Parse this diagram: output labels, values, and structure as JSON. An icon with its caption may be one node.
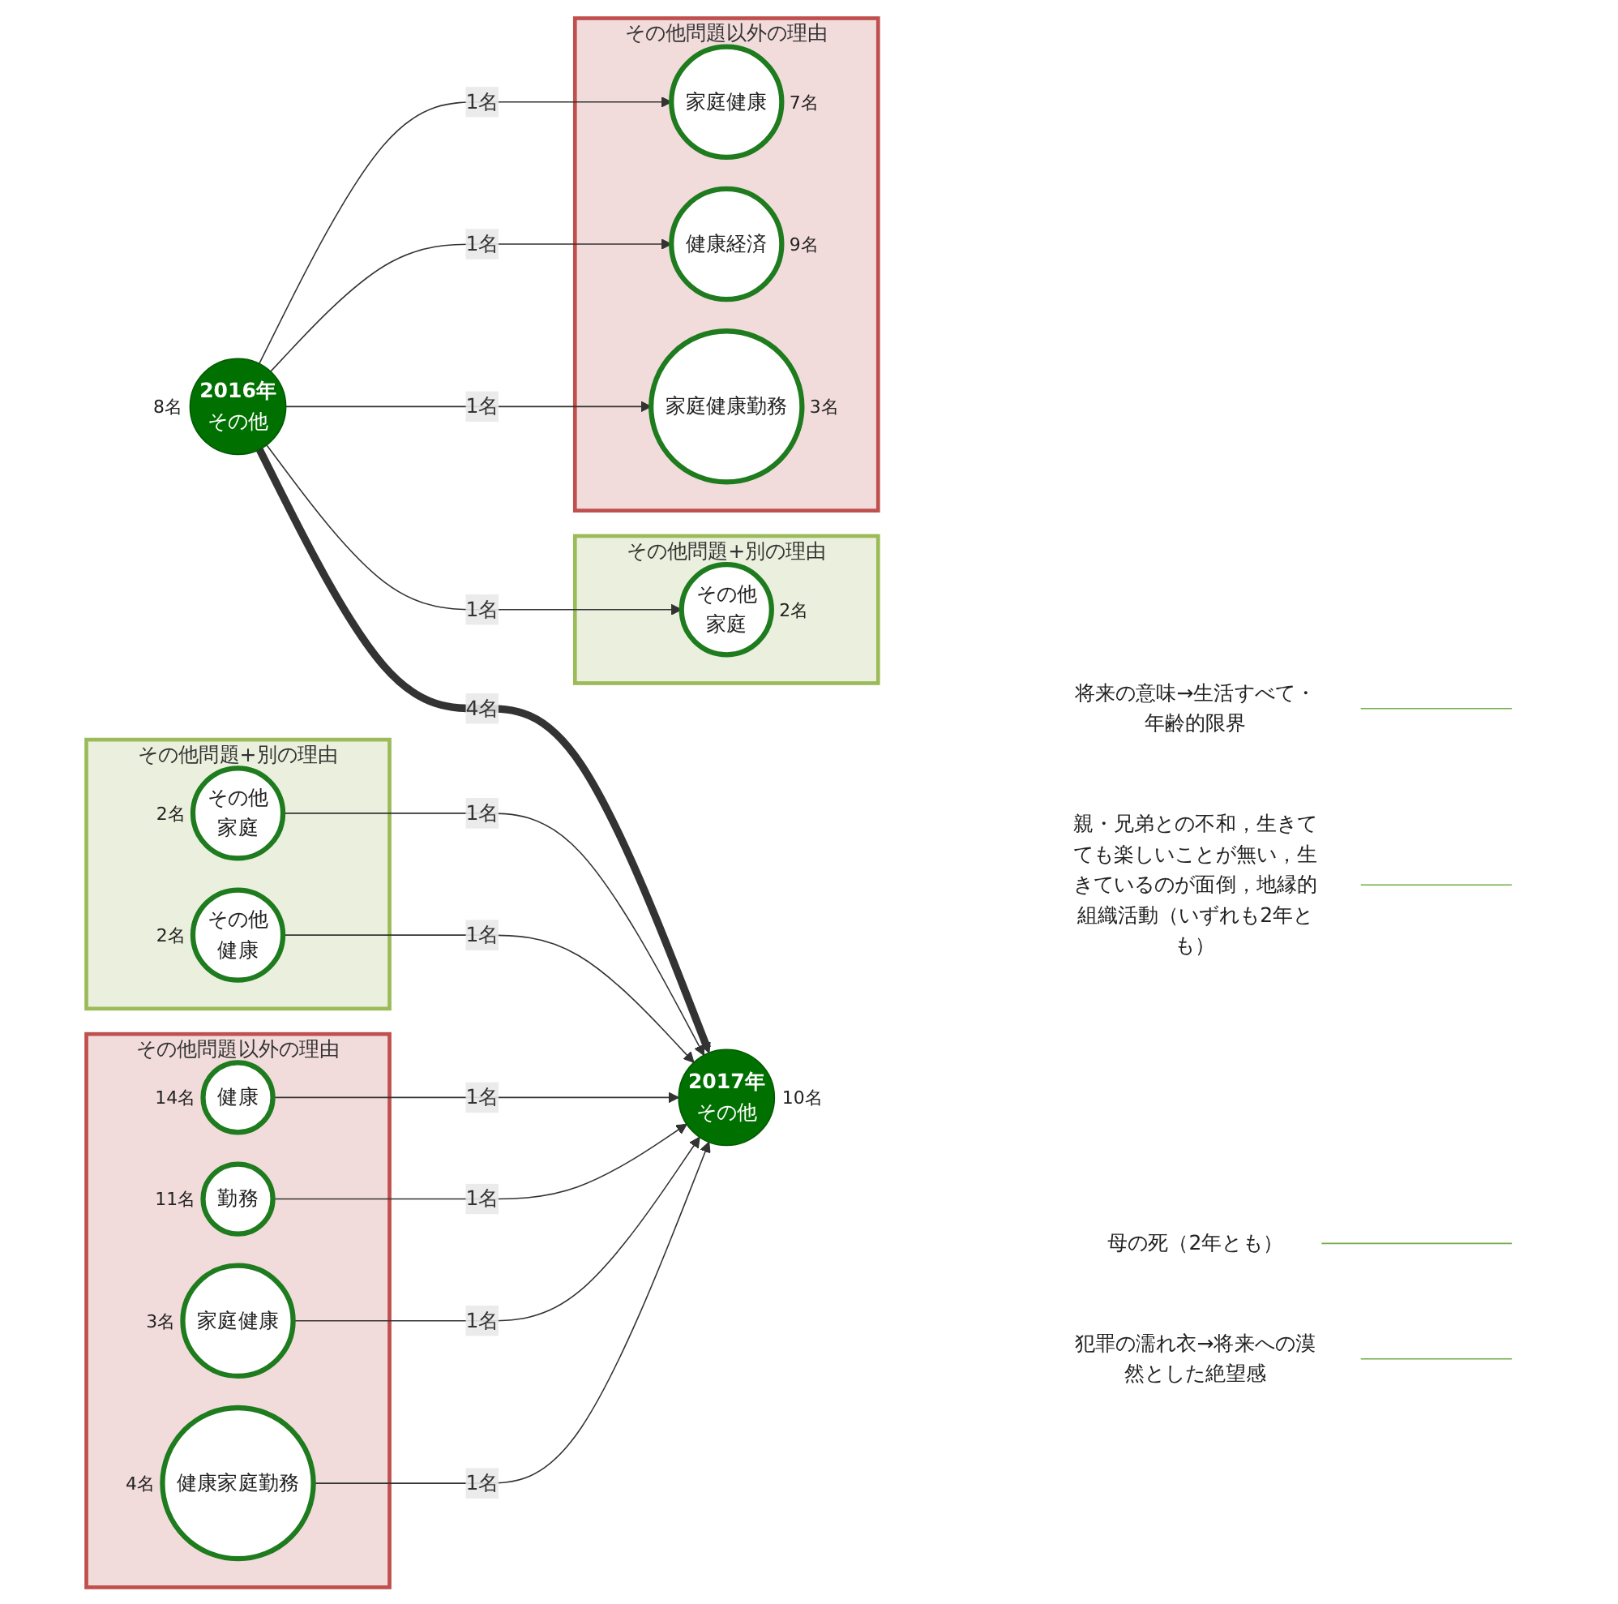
{
  "diagram": {
    "nodes": [
      {
        "text": [
          "2016年",
          "その他"
        ],
        "beside": [
          "8名"
        ]
      },
      {
        "text": [
          "2017年",
          "その他"
        ],
        "beside": [
          "10名"
        ]
      },
      {
        "text": [
          "その他問題+別の理由"
        ]
      },
      {
        "text": [
          "その他",
          "家庭"
        ],
        "beside": [
          "2名"
        ],
        "in": 2
      },
      {
        "text": [
          "その他",
          "健康"
        ],
        "beside": [
          "2名"
        ],
        "in": 2
      },
      {
        "text": [
          "その他問題以外の理由"
        ]
      },
      {
        "text": [
          "健康"
        ],
        "beside": [
          "14名"
        ],
        "in": 5
      },
      {
        "text": [
          "勤務"
        ],
        "beside": [
          "11名"
        ],
        "in": 5
      },
      {
        "text": [
          "家庭健康"
        ],
        "beside": [
          "3名"
        ],
        "in": 5
      },
      {
        "text": [
          "健康家庭勤務"
        ],
        "beside": [
          "4名"
        ],
        "in": 5
      },
      {
        "text": [
          "その他問題+別の理由"
        ]
      },
      {
        "text": [
          "その他",
          "家庭"
        ],
        "beside": [
          "2名"
        ],
        "in": 10
      },
      {
        "text": [
          "その他問題以外の理由"
        ]
      },
      {
        "text": [
          "家庭健康"
        ],
        "beside": [
          "7名"
        ],
        "in": 12
      },
      {
        "text": [
          "健康経済"
        ],
        "beside": [
          "9名"
        ],
        "in": 12
      },
      {
        "text": [
          "家庭健康勤務"
        ],
        "beside": [
          "3名"
        ],
        "in": 12
      },
      {
        "text": [
          "将来の意味→生活すべて・年齢的限界"
        ]
      },
      {
        "text": [
          "親・兄弟との不和，生きてても楽しいことが無い，生きているのが面倒，地縁的組織活動（いずれも2年とも）"
        ]
      },
      {
        "text": [
          "母の死（2年とも）"
        ]
      },
      {
        "text": [
          "犯罪の濡れ衣→将来への漠然とした絶望感"
        ]
      }
    ],
    "edges": [
      {
        "from": 0,
        "to": 1,
        "arrow": "to",
        "label": "4名",
        "style": "thick"
      },
      {
        "from": 3,
        "to": 1,
        "arrow": "to",
        "label": "1名"
      },
      {
        "from": 4,
        "to": 1,
        "arrow": "to",
        "label": "1名"
      },
      {
        "from": 6,
        "to": 1,
        "arrow": "to",
        "label": "1名"
      },
      {
        "from": 7,
        "to": 1,
        "arrow": "to",
        "label": "1名"
      },
      {
        "from": 8,
        "to": 1,
        "arrow": "to",
        "label": "1名"
      },
      {
        "from": 9,
        "to": 1,
        "arrow": "to",
        "label": "1名"
      },
      {
        "from": 0,
        "to": 11,
        "arrow": "to",
        "label": "1名"
      },
      {
        "from": 0,
        "to": 13,
        "arrow": "to",
        "label": "1名"
      },
      {
        "from": 0,
        "to": 14,
        "arrow": "to",
        "label": "1名"
      },
      {
        "from": 0,
        "to": 15,
        "arrow": "to",
        "label": "1名"
      },
      {
        "from": 16,
        "to": null,
        "arrow": "none",
        "color": "#70ad47"
      },
      {
        "from": 17,
        "to": null,
        "arrow": "none",
        "color": "#70ad47"
      },
      {
        "from": 18,
        "to": null,
        "arrow": "none",
        "color": "#70ad47"
      },
      {
        "from": 19,
        "to": null,
        "arrow": "none",
        "color": "#70ad47"
      }
    ]
  }
}
